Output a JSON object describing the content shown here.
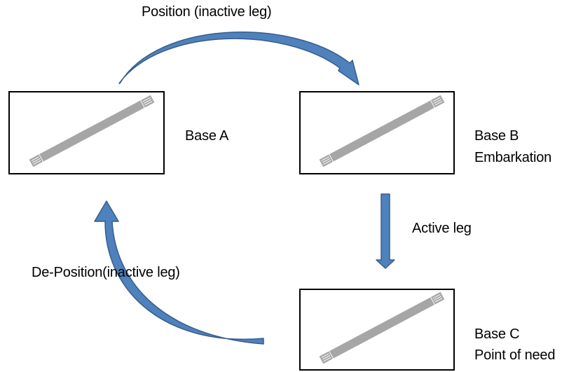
{
  "labels": {
    "top_arrow": "Position (inactive leg)",
    "middle_arrow": "Active leg",
    "left_arrow": "De-Position(inactive leg)"
  },
  "bases": [
    {
      "line1": "Base A",
      "line2": ""
    },
    {
      "line1": "Base B",
      "line2": "Embarkation"
    },
    {
      "line1": "Base C",
      "line2": "Point of need"
    }
  ],
  "colors": {
    "arrow_fill": "#4F81BD",
    "arrow_stroke": "#385D8A",
    "runway": "#A6A6A6",
    "box_border": "#000000"
  },
  "icons": {
    "runway": "runway-icon",
    "arrow": "curved-arrow-icon"
  }
}
